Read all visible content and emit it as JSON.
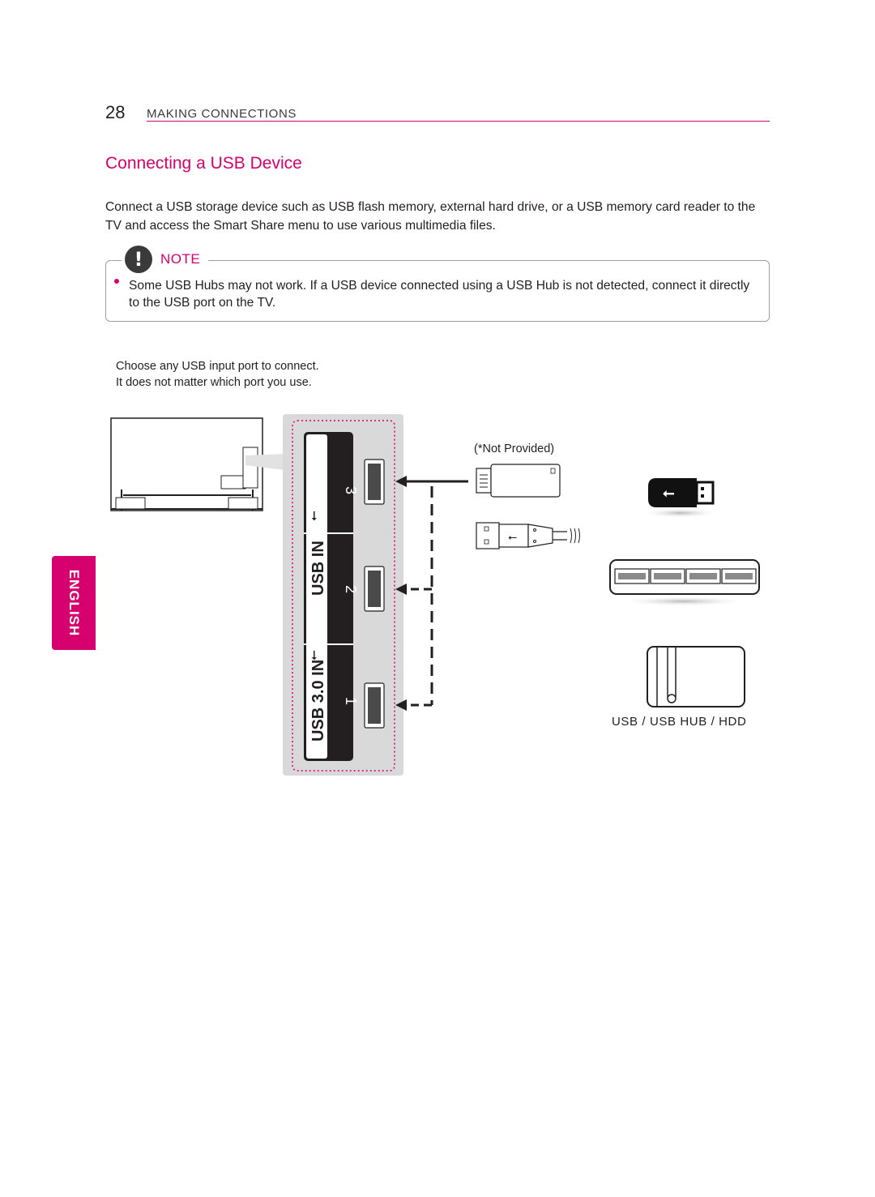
{
  "header": {
    "page_number": "28",
    "section": "MAKING CONNECTIONS"
  },
  "title": "Connecting a USB Device",
  "intro": "Connect a USB storage device such as USB flash memory, external hard drive, or a USB memory card reader to the TV and access the Smart Share menu to use various multimedia files.",
  "note": {
    "label": "NOTE",
    "items": [
      "Some USB Hubs may not work. If a USB device connected using a USB Hub is not detected, connect it directly to the USB port on the TV."
    ]
  },
  "diagram": {
    "caption_line1": "Choose any USB input port to connect.",
    "caption_line2": "It does not matter which port you use.",
    "panel_label_top": "USB IN",
    "panel_label_bottom": "USB 3.0 IN",
    "port_numbers": [
      "3",
      "2",
      "1"
    ],
    "not_provided": "(*Not Provided)",
    "devices_caption": "USB / USB HUB / HDD"
  },
  "side_tab": "ENGLISH",
  "colors": {
    "accent": "#d6006f",
    "text": "#231f20",
    "panel_grey": "#d9d9d9"
  }
}
